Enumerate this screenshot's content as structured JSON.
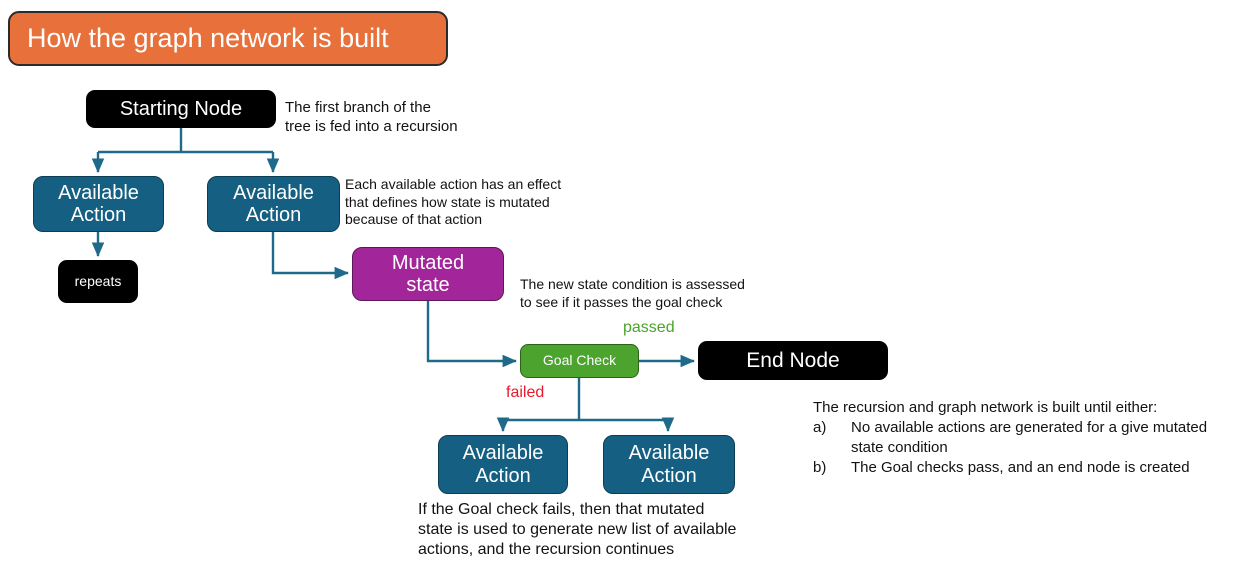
{
  "title": {
    "text": "How the graph network is built",
    "bg_color": "#E8703A",
    "text_color": "#FFFFFF",
    "border_color": "#2B2B2B"
  },
  "palette": {
    "action_fill": "#156082",
    "mutated_fill": "#A3259A",
    "goal_fill": "#4CA32E",
    "terminal_fill": "#000000",
    "connector": "#1F6A8A",
    "passed_color": "#4CA32E",
    "failed_color": "#E8192C"
  },
  "nodes": {
    "start": "Starting Node",
    "action_left": "Available\nAction",
    "action_right": "Available\nAction",
    "repeats": "repeats",
    "mutated_state": "Mutated\nstate",
    "goal_check": "Goal Check",
    "end": "End Node",
    "action_fail_left": "Available\nAction",
    "action_fail_right": "Available\nAction"
  },
  "edge_labels": {
    "passed": "passed",
    "failed": "failed"
  },
  "notes": {
    "start": "The first branch of the\ntree is fed into a recursion",
    "action": "Each available action has an effect\nthat defines how state is mutated\nbecause of that action",
    "mutated": "The new state condition is assessed\nto see if it passes the goal check",
    "fail_branch": "If the Goal check fails, then that mutated\nstate is used to generate new list of available\nactions, and the recursion continues"
  },
  "summary": {
    "lead": "The recursion and graph network is built until either:",
    "items": [
      {
        "marker": "a)",
        "text": "No available actions are generated for a give mutated state condition"
      },
      {
        "marker": "b)",
        "text": "The Goal checks pass, and an end node is created"
      }
    ]
  }
}
